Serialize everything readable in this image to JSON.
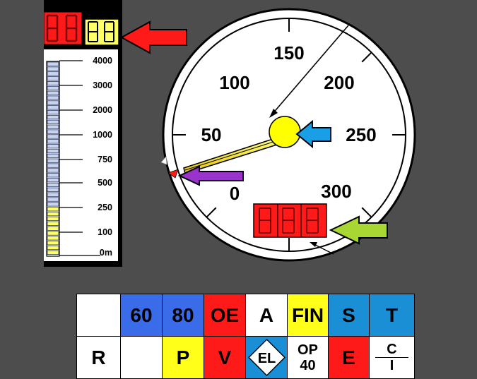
{
  "altitude_scale": {
    "labels": [
      "4000",
      "3000",
      "2000",
      "1000",
      "750",
      "500",
      "250",
      "100",
      "0m"
    ],
    "filled_levels": 2,
    "total_levels": 8
  },
  "speedometer": {
    "labels": [
      "0",
      "50",
      "100",
      "150",
      "200",
      "250",
      "300"
    ],
    "needle_value": 40,
    "max_value": 330
  },
  "status_panel": {
    "row1": [
      "",
      "60",
      "80",
      "OE",
      "A",
      "FIN",
      "S",
      "T"
    ],
    "row2": [
      "R",
      "",
      "P",
      "V",
      "EL",
      "OP",
      "40",
      "E",
      "C",
      "I"
    ]
  },
  "colors": {
    "seg_red": "#ff1a1a",
    "seg_yellow": "#ffff66",
    "arrow_red": "#ff1a1a",
    "arrow_blue": "#1a9ee6",
    "arrow_purple": "#9933cc",
    "arrow_green": "#a8d633",
    "hub_yellow": "#ffff00"
  }
}
